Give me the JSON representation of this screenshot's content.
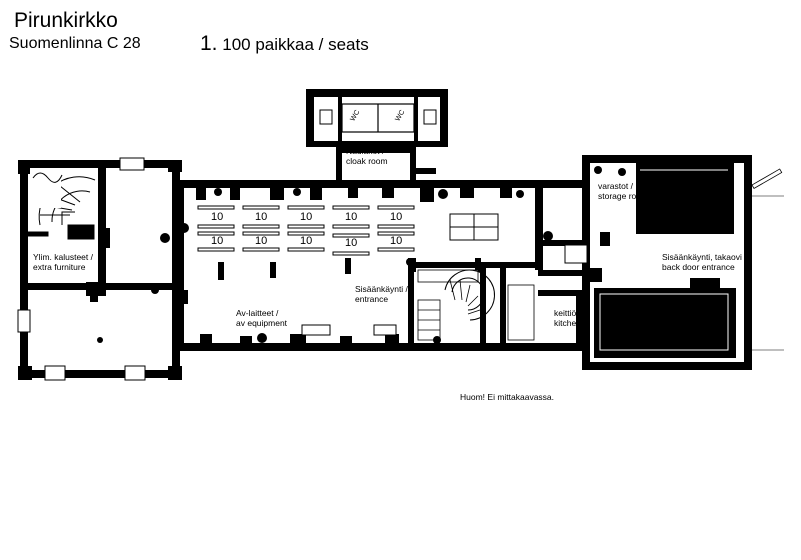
{
  "header": {
    "title": "Pirunkirkko",
    "address": "Suomenlinna C 28",
    "capacity_number": "1.",
    "capacity_label": "100 paikkaa / seats"
  },
  "rooms": {
    "wc_1": "WC",
    "wc_2": "WC",
    "cloak_1": "Naulakot /",
    "cloak_2": "cloak room",
    "extra_1": "Ylim. kalusteet /",
    "extra_2": "extra furniture",
    "av_1": "Av-laitteet /",
    "av_2": "av equipment",
    "entrance_1": "Sisäänkäynti /",
    "entrance_2": "entrance",
    "storage_1": "varastot /",
    "storage_2": "storage ro",
    "back_1": "Sisäänkäynti, takaovi /",
    "back_2": "back door entrance",
    "kitchen_1": "keittiö /",
    "kitchen_2": "kitchen"
  },
  "tables": {
    "seats_per_table": "10",
    "rows": [
      5,
      5
    ]
  },
  "note": "Huom! Ei mittakaavassa."
}
